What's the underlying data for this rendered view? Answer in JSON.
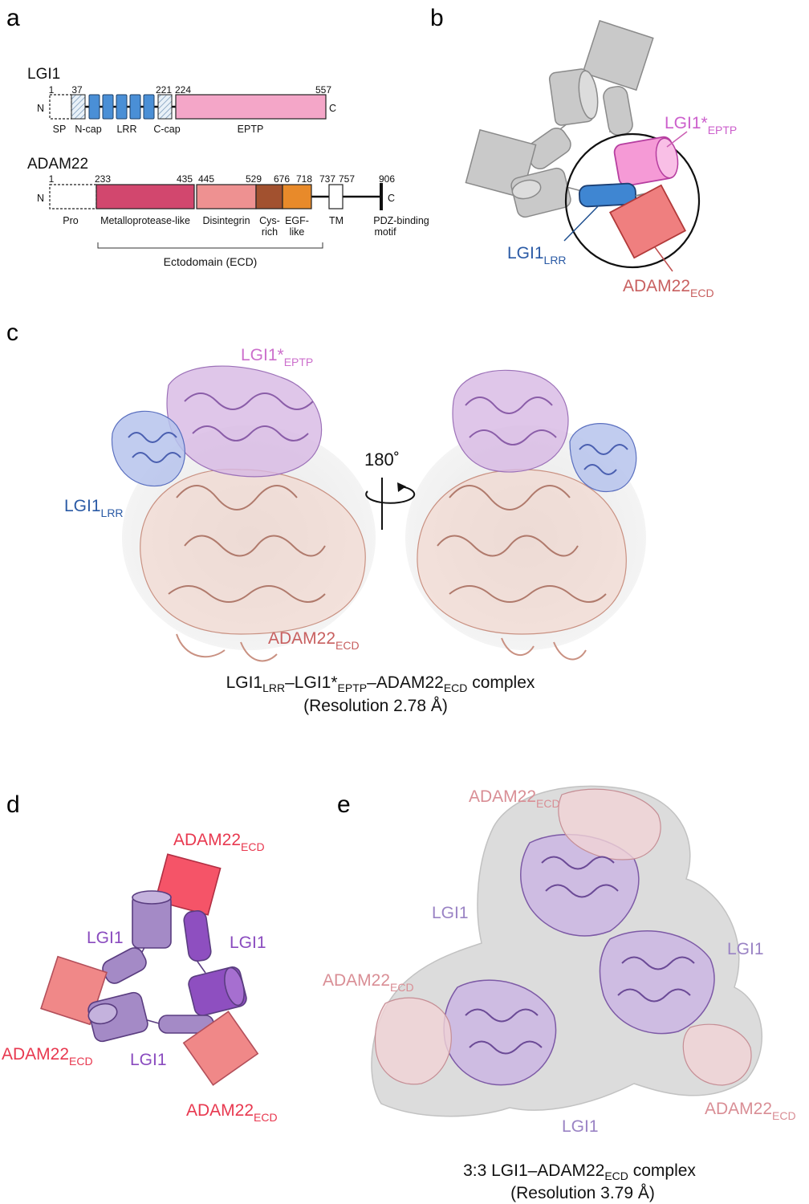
{
  "panels": {
    "a": {
      "label": "a",
      "lgi1": {
        "name": "LGI1",
        "n_term": "N",
        "c_term": "C",
        "positions": [
          "1",
          "37",
          "221",
          "224",
          "557"
        ],
        "domains": [
          "SP",
          "N-cap",
          "LRR",
          "C-cap",
          "EPTP"
        ]
      },
      "adam22": {
        "name": "ADAM22",
        "n_term": "N",
        "c_term": "C",
        "positions": [
          "1",
          "233",
          "435",
          "445",
          "529",
          "676",
          "718",
          "737",
          "757",
          "906"
        ],
        "domains": [
          "Pro",
          "Metalloprotease-like",
          "Disintegrin",
          "Cys-",
          "rich",
          "EGF-",
          "like",
          "TM",
          "PDZ-binding",
          "motif"
        ],
        "ectodomain_label": "Ectodomain (ECD)"
      },
      "colors": {
        "lrr": "#4a8fd6",
        "eptp": "#f4a6c8",
        "metalloprotease": "#d2476e",
        "disintegrin": "#ee9191",
        "cys_rich": "#a2512f",
        "egf_like": "#e88a2a"
      }
    },
    "b": {
      "label": "b",
      "labels": {
        "eptp_main": "LGI1*",
        "eptp_sub": "EPTP",
        "lrr_main": "LGI1",
        "lrr_sub": "LRR",
        "adam_main": "ADAM22",
        "adam_sub": "ECD"
      },
      "colors": {
        "grey": "#c9c9c9",
        "eptp": "#f59ad6",
        "lrr": "#3f86d2",
        "adam": "#ef7f7f"
      }
    },
    "c": {
      "label": "c",
      "labels": {
        "eptp_main": "LGI1*",
        "eptp_sub": "EPTP",
        "lrr_main": "LGI1",
        "lrr_sub": "LRR",
        "adam_main": "ADAM22",
        "adam_sub": "ECD",
        "rotation": "180˚"
      },
      "caption": {
        "p1": "LGI1",
        "s1": "LRR",
        "p2": "–LGI1*",
        "s2": "EPTP",
        "p3": "–ADAM22",
        "s3": "ECD",
        "p4": " complex",
        "line2": "(Resolution 2.78 Å)"
      },
      "colors": {
        "eptp_label": "#cc6fcc",
        "lrr_label": "#2a5aa5",
        "adam_label": "#c86060"
      }
    },
    "d": {
      "label": "d",
      "labels": {
        "adam_main": "ADAM22",
        "adam_sub": "ECD",
        "lgi1": "LGI1"
      },
      "colors": {
        "adam_label": "#e8384f",
        "lgi1_label": "#8a4bbf",
        "lgi1_a": "#a48ac6",
        "lgi1_b": "#8e4fc0",
        "adam_a": "#f55468",
        "adam_b": "#f08888"
      }
    },
    "e": {
      "label": "e",
      "labels": {
        "adam_main": "ADAM22",
        "adam_sub": "ECD",
        "lgi1": "LGI1"
      },
      "caption": {
        "p1": "3:3 LGI1–ADAM22",
        "s1": "ECD",
        "p2": " complex",
        "line2": "(Resolution 3.79 Å)"
      },
      "colors": {
        "adam_label": "#d98e95",
        "lgi1_label": "#9a83c4"
      }
    }
  }
}
